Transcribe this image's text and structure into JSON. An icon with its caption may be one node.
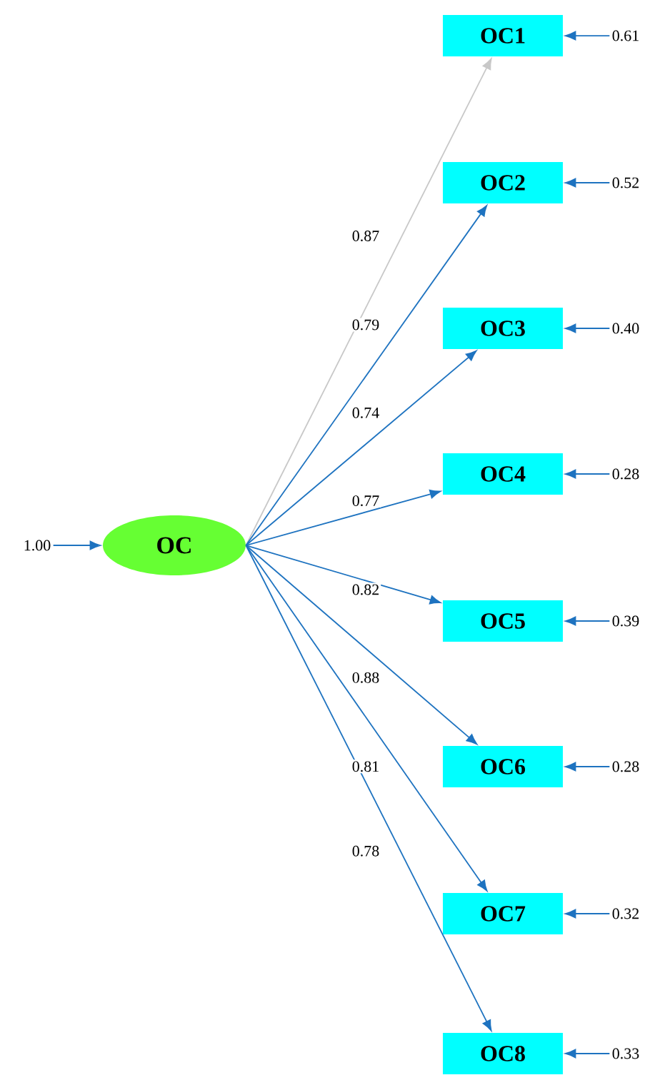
{
  "diagram": {
    "nodes": [
      {
        "text": [
          "OC"
        ]
      },
      {
        "text": [
          "OC1"
        ]
      },
      {
        "text": [
          "OC2"
        ]
      },
      {
        "text": [
          "OC3"
        ]
      },
      {
        "text": [
          "OC4"
        ]
      },
      {
        "text": [
          "OC5"
        ]
      },
      {
        "text": [
          "OC6"
        ]
      },
      {
        "text": [
          "OC7"
        ]
      },
      {
        "text": [
          "OC8"
        ]
      },
      {
        "text": [
          "0.61"
        ]
      },
      {
        "text": [
          "0.52"
        ]
      },
      {
        "text": [
          "0.40"
        ]
      },
      {
        "text": [
          "0.28"
        ]
      },
      {
        "text": [
          "0.39"
        ]
      },
      {
        "text": [
          "0.28"
        ]
      },
      {
        "text": [
          "0.32"
        ]
      },
      {
        "text": [
          "0.33"
        ]
      },
      {
        "text": [
          "1.00"
        ]
      }
    ],
    "edges": [
      {
        "from": 0,
        "to": 1,
        "arrow": "to",
        "label": "0.87",
        "color": "#c8c8c8"
      },
      {
        "from": 0,
        "to": 2,
        "arrow": "to",
        "label": "0.79"
      },
      {
        "from": 0,
        "to": 3,
        "arrow": "to",
        "label": "0.74"
      },
      {
        "from": 0,
        "to": 4,
        "arrow": "to",
        "label": "0.77"
      },
      {
        "from": 0,
        "to": 5,
        "arrow": "to",
        "label": "0.82"
      },
      {
        "from": 0,
        "to": 6,
        "arrow": "to",
        "label": "0.88"
      },
      {
        "from": 0,
        "to": 7,
        "arrow": "to",
        "label": "0.81"
      },
      {
        "from": 0,
        "to": 8,
        "arrow": "to",
        "label": "0.78"
      },
      {
        "from": 9,
        "to": 1,
        "arrow": "to"
      },
      {
        "from": 10,
        "to": 2,
        "arrow": "to"
      },
      {
        "from": 11,
        "to": 3,
        "arrow": "to"
      },
      {
        "from": 12,
        "to": 4,
        "arrow": "to"
      },
      {
        "from": 13,
        "to": 5,
        "arrow": "to"
      },
      {
        "from": 14,
        "to": 6,
        "arrow": "to"
      },
      {
        "from": 15,
        "to": 7,
        "arrow": "to"
      },
      {
        "from": 16,
        "to": 8,
        "arrow": "to"
      },
      {
        "from": 17,
        "to": 0,
        "arrow": "to"
      }
    ]
  }
}
